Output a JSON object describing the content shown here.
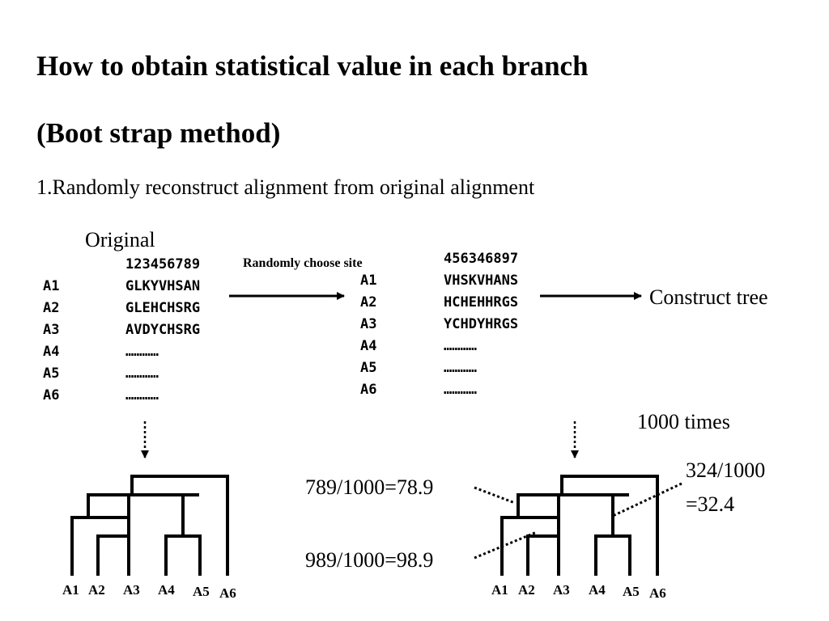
{
  "title_line1": "How to obtain statistical value in each branch",
  "title_line2": "(Boot strap method)",
  "step1": "1.Randomly reconstruct alignment from original alignment",
  "original_label": "Original",
  "original": {
    "header": "123456789",
    "names": [
      "A1",
      "A2",
      "A3",
      "A4",
      "A5",
      "A6"
    ],
    "seqs": [
      "GLKYVHSAN",
      "GLEHCHSRG",
      "AVDYCHSRG",
      "…………",
      "…………",
      "…………"
    ]
  },
  "random_label": "Randomly choose site",
  "resampled": {
    "header": "456346897",
    "names": [
      "A1",
      "A2",
      "A3",
      "A4",
      "A5",
      "A6"
    ],
    "seqs": [
      "VHSKVHANS",
      "HCHEHHRGS",
      "YCHDYHRGS",
      "…………",
      "…………",
      "…………"
    ]
  },
  "construct_tree": "Construct tree",
  "times": "1000 times",
  "annotations": {
    "a789": "789/1000=78.9",
    "a989": "989/1000=98.9",
    "a324_line1": "324/1000",
    "a324_line2": "=32.4"
  },
  "tree_left_leaves": [
    "A1",
    "A2",
    "A3",
    "A4",
    "A5",
    "A6"
  ],
  "tree_right_leaves": [
    "A1",
    "A2",
    "A3",
    "A4",
    "A5",
    "A6"
  ]
}
